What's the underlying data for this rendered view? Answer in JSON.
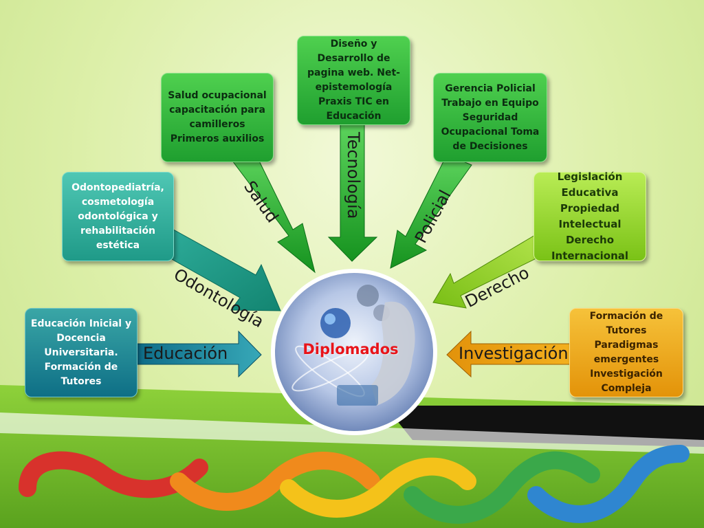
{
  "center": {
    "title": "Diplomados"
  },
  "branches": [
    {
      "id": "educacion",
      "label": "Educación",
      "box_text": "Educación Inicial y Docencia Universitaria. Formación de Tutores"
    },
    {
      "id": "odontologia",
      "label": "Odontología",
      "box_text": "Odontopediatría, cosmetología odontológica y rehabilitación estética"
    },
    {
      "id": "salud",
      "label": "Salud",
      "box_text": "Salud ocupacional capacitación para camilleros Primeros auxilios"
    },
    {
      "id": "tecnologia",
      "label": "Tecnología",
      "box_text": "Diseño y Desarrollo de pagina web. Net-epistemología Praxis TIC en Educación"
    },
    {
      "id": "policial",
      "label": "Policial",
      "box_text": "Gerencia Policial Trabajo en Equipo Seguridad Ocupacional Toma de Decisiones"
    },
    {
      "id": "derecho",
      "label": "Derecho",
      "box_text": "Legislación Educativa Propiedad Intelectual Derecho Internacional"
    },
    {
      "id": "investigacion",
      "label": "Investigación",
      "box_text": "Formación de Tutores Paradigmas emergentes Investigación Compleja"
    }
  ],
  "colors": {
    "educacion": "#0e6f86",
    "odontologia": "#1f9a88",
    "salud": "#1f9f2f",
    "tecnologia": "#1f9f2f",
    "policial": "#1f9f2f",
    "derecho": "#7ac216",
    "investigacion": "#e39309",
    "center_title": "#e8141a"
  }
}
